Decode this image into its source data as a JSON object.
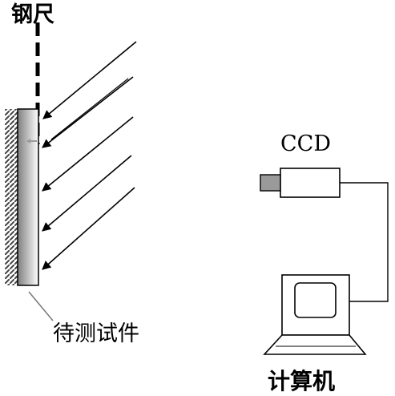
{
  "labels": {
    "ruler": "钢尺",
    "specimen": "待测试件",
    "ccd": "CCD",
    "computer": "计算机"
  },
  "diagram": {
    "incident_arrow_count": 6,
    "colors": {
      "line": "#000000",
      "hatch": "#444444",
      "specimen_dark": "#7f7f7f",
      "specimen_light": "#ffffff",
      "lens": "#9a9a9a",
      "background": "#ffffff"
    }
  }
}
